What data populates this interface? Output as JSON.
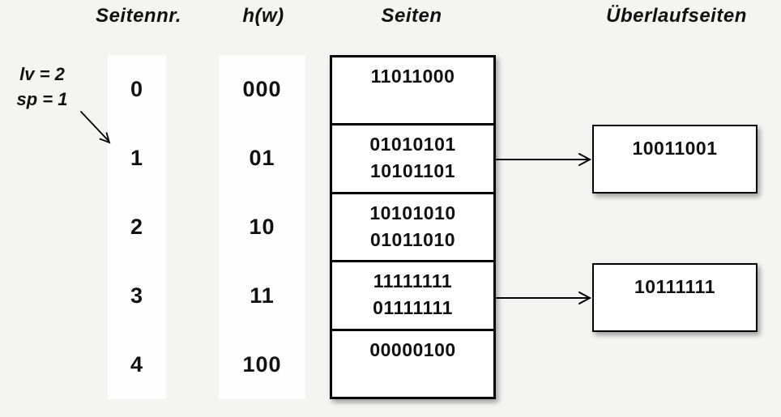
{
  "diagram": {
    "type": "linear-hashing",
    "colors": {
      "background": "#f4f4f3",
      "box_fill": "#ffffff",
      "border": "#000000",
      "text": "#111111"
    },
    "headers": {
      "page_number": "Seitennr.",
      "hash_function": "h(w)",
      "pages": "Seiten",
      "overflow_pages": "Überlaufseiten"
    },
    "state": {
      "level": "lv = 2",
      "split_pointer": "sp = 1"
    },
    "rows": [
      {
        "nr": "0",
        "hash": "000",
        "entries": [
          "11011000"
        ]
      },
      {
        "nr": "1",
        "hash": "01",
        "entries": [
          "01010101",
          "10101101"
        ],
        "overflow": [
          "10011001"
        ]
      },
      {
        "nr": "2",
        "hash": "10",
        "entries": [
          "10101010",
          "01011010"
        ]
      },
      {
        "nr": "3",
        "hash": "11",
        "entries": [
          "11111111",
          "01111111"
        ],
        "overflow": [
          "10111111"
        ]
      },
      {
        "nr": "4",
        "hash": "100",
        "entries": [
          "00000100"
        ]
      }
    ]
  }
}
